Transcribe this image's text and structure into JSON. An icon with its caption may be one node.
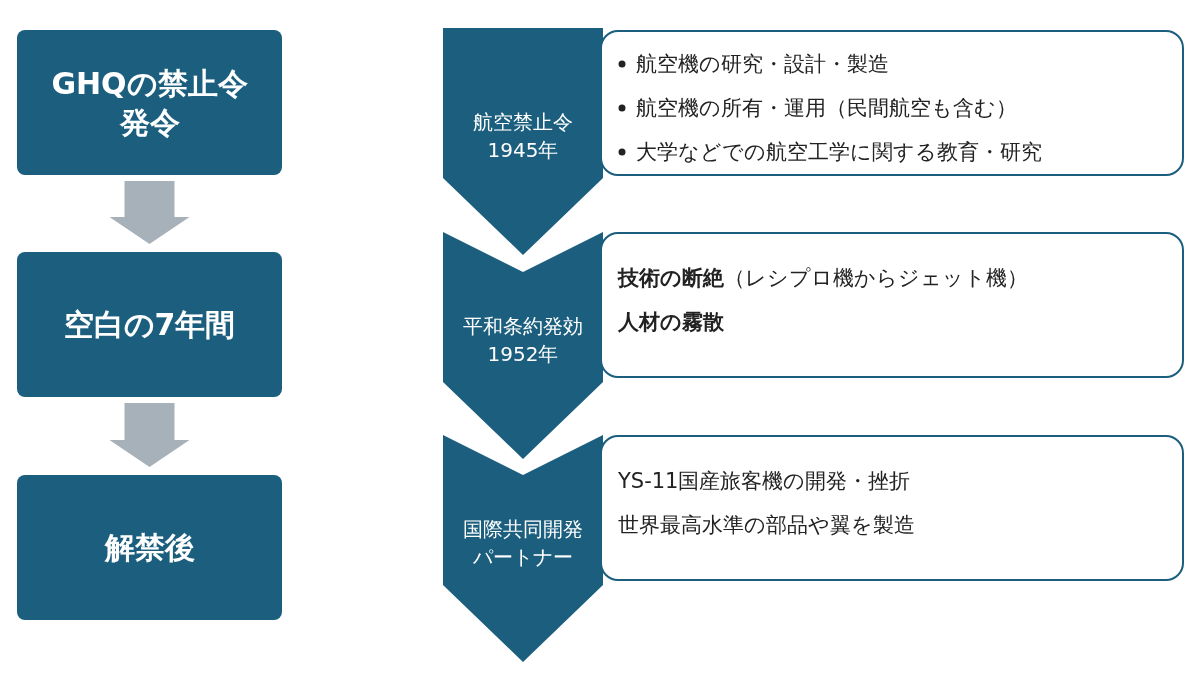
{
  "diagram": {
    "nodes": [
      {
        "text": [
          "GHQの禁止令発令"
        ]
      },
      {
        "text": [
          "空白の7年間"
        ]
      },
      {
        "text": [
          "解禁後"
        ]
      },
      {
        "text": [
          "航空禁止令",
          "1945年"
        ]
      },
      {
        "text": [
          "航空機の研究・設計・製造",
          "航空機の所有・運用（民間航空も含む）",
          "大学などでの航空工学に関する教育・研究"
        ]
      },
      {
        "text": [
          "平和条約発効",
          "1952年"
        ]
      },
      {
        "text": [
          "**技術の断絶**（レシプロ機からジェット機）",
          "人材の霧散"
        ]
      },
      {
        "text": [
          "国際共同開発パートナー"
        ]
      },
      {
        "text": [
          "YS-11国産旅客機の開発・挫折",
          "世界最高水準の部品や翼を製造"
        ]
      }
    ],
    "edges": [
      {
        "from": 0,
        "to": 1,
        "arrow": "to"
      },
      {
        "from": 1,
        "to": 2,
        "arrow": "to"
      }
    ]
  }
}
